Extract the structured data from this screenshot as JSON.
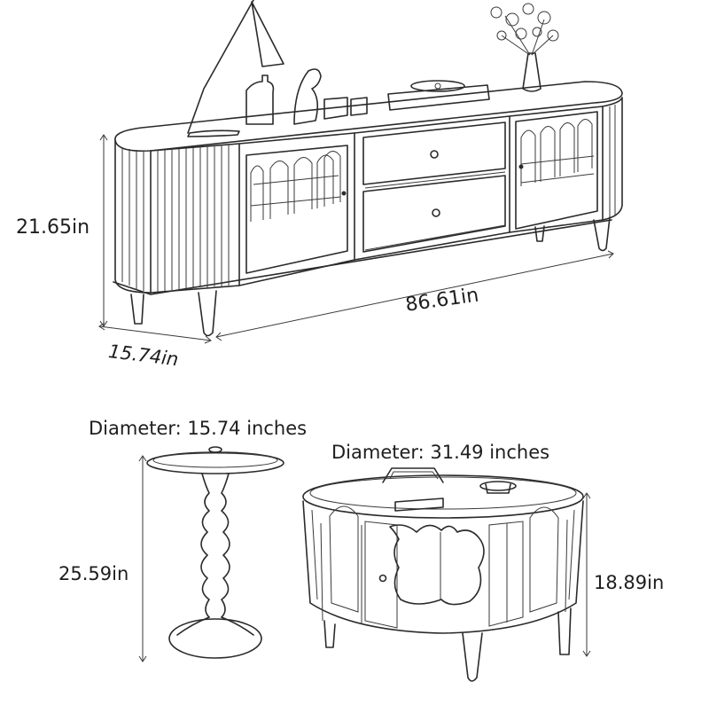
{
  "tv_stand": {
    "height": "21.65in",
    "width": "86.61in",
    "depth": "15.74in"
  },
  "side_table": {
    "diameter": "Diameter: 15.74 inches",
    "height": "25.59in"
  },
  "coffee_table": {
    "diameter": "Diameter: 31.49 inches",
    "height": "18.89in"
  },
  "colors": {
    "line": "#2a2a2a",
    "background": "#ffffff"
  }
}
